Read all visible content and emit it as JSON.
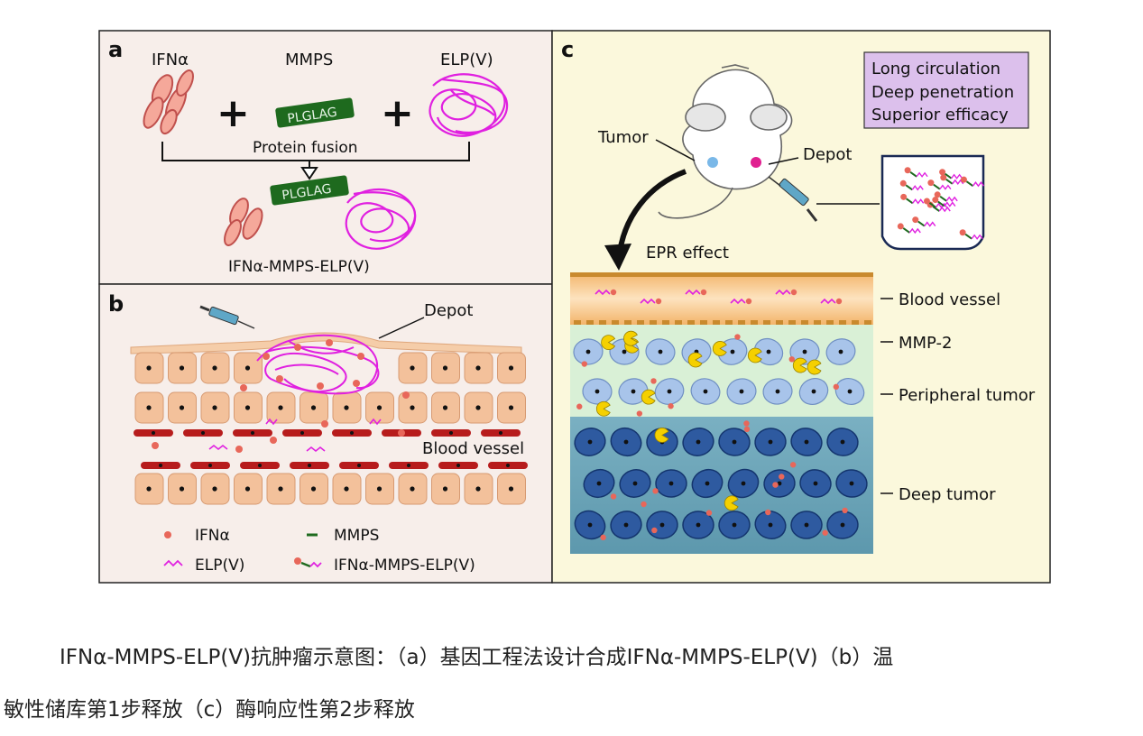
{
  "panel_a": {
    "letter": "a",
    "label_ifn": "IFNα",
    "label_mmps": "MMPS",
    "label_elp": "ELP(V)",
    "plus": "+",
    "peptide_seq": "PLGLAG",
    "fusion_label": "Protein fusion",
    "product_label": "IFNα-MMPS-ELP(V)"
  },
  "panel_b": {
    "letter": "b",
    "depot_label": "Depot",
    "vessel_label": "Blood vessel",
    "legend": {
      "ifn": "IFNα",
      "mmps": "MMPS",
      "elp": "ELP(V)",
      "fusion": "IFNα-MMPS-ELP(V)"
    }
  },
  "panel_c": {
    "letter": "c",
    "benefits": [
      "Long circulation",
      "Deep penetration",
      "Superior efficacy"
    ],
    "tumor_label": "Tumor",
    "depot_label": "Depot",
    "epr_label": "EPR effect",
    "layers": [
      "Blood vessel",
      "MMP-2",
      "Peripheral tumor",
      "Deep tumor"
    ]
  },
  "colors": {
    "panel_ab_bg": "#f7eeea",
    "panel_c_bg": "#fbf8dc",
    "elp_magenta": "#e020e0",
    "peptide_green": "#1e6a1e",
    "ifn_red": "#e8675a",
    "cell_tan": "#f3c19b",
    "vessel_red": "#b71c1c",
    "deep_tumor_blue": "#2e5aa0",
    "peripheral_blue": "#a8c4ea",
    "mmp2_yellow": "#f5d000",
    "benefit_box": "#dcc0ec"
  },
  "caption": {
    "line1": "IFNα-MMPS-ELP(V)抗肿瘤示意图：（a）基因工程法设计合成IFNα-MMPS-ELP(V)（b）温",
    "line2": "敏性储库第1步释放（c）酶响应性第2步释放"
  }
}
